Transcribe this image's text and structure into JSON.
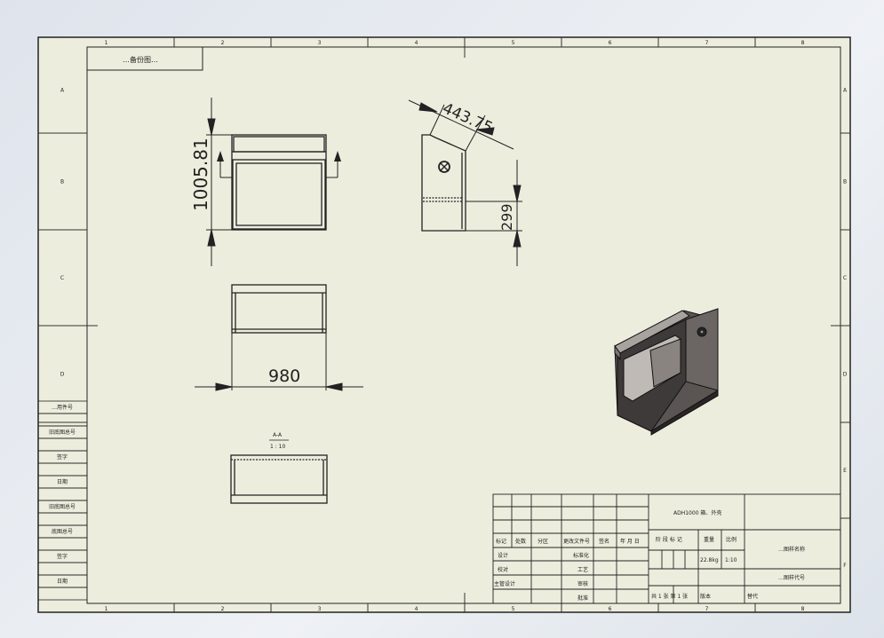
{
  "drawing": {
    "header_box": "…备份图…",
    "col_labels_top": [
      "1",
      "2",
      "3",
      "4",
      "5",
      "6",
      "7",
      "8"
    ],
    "col_labels_bottom": [
      "1",
      "2",
      "3",
      "4",
      "5",
      "6",
      "7",
      "8"
    ],
    "row_labels_left": [
      "A",
      "B",
      "C",
      "D"
    ],
    "row_labels_right": [
      "A",
      "B",
      "C",
      "D",
      "E",
      "F"
    ],
    "left_strip": [
      "…用件号",
      "旧底图总号",
      "签字",
      "日期",
      "旧底图总号",
      "底图总号",
      "签字",
      "日期"
    ]
  },
  "dimensions": {
    "height": "1005.81",
    "width": "980",
    "angled": "443.75",
    "side": "299"
  },
  "section": {
    "name": "A-A",
    "scale": "1 : 10"
  },
  "title_block": {
    "product_name": "ADH1000 箱、外壳",
    "rev_headers": [
      "标记",
      "处数",
      "分区",
      "更改文件号",
      "签名",
      "年 月 日"
    ],
    "roles": [
      "设计",
      "校对",
      "主管设计"
    ],
    "roles_mid": [
      "标准化",
      "工艺",
      "审核",
      "批准"
    ],
    "stage_label": "阶 段 标 记",
    "weight_label": "重量",
    "scale_label": "比例",
    "weight_value": "22.8kg",
    "scale_value": "1:10",
    "sheet_info": "共 1 张  第 1 张",
    "version_label": "版本",
    "replace_label": "替代",
    "company": "…图样名称",
    "drawing_no": "…图样代号"
  }
}
